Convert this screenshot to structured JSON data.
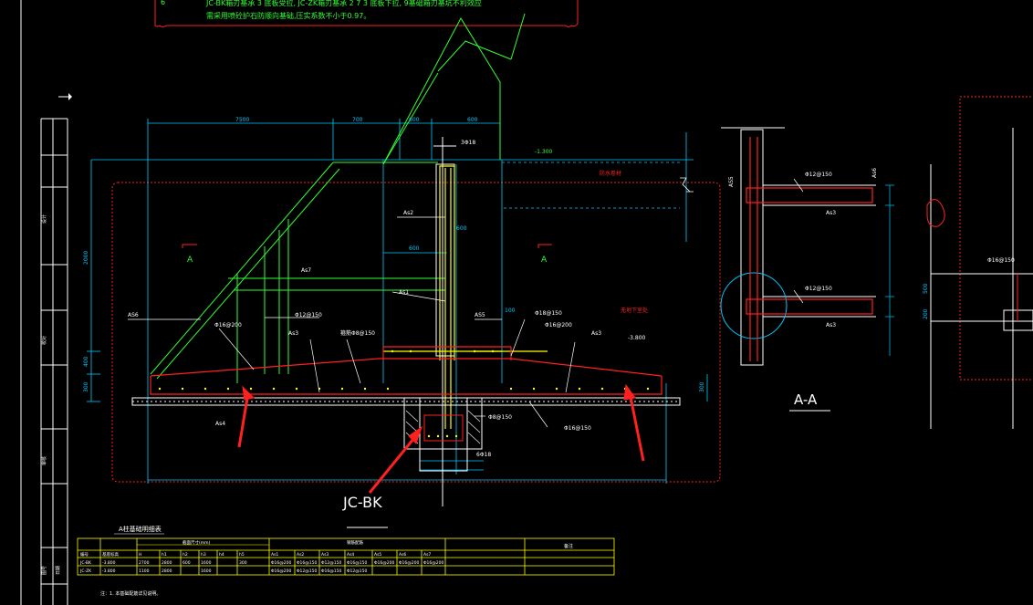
{
  "colors": {
    "background": "#000000",
    "cloud_red": "#ff2020",
    "dimension_cyan": "#00c8ff",
    "rebar_red": "#ff2020",
    "rebar_yellow": "#ffff00",
    "rebar_green": "#30ff30",
    "label_white": "#ffffff",
    "table_yellow": "#ffff00"
  },
  "icons": {
    "cursor": "cursor-arrow-icon"
  },
  "note_box": {
    "line1_num": "6",
    "line1": "JC-BK箱刃基承 3 底板受拉, JC-ZK箱刃基承 2 7 3 底板下拉, 9基础箱刃基坑不利效应",
    "line2": "需采用喷砼护石防顺向基础,压实系数不小于0.97。"
  },
  "dimensions_top": {
    "d1": "7500",
    "d2": "700",
    "d3": "600",
    "d4": "600"
  },
  "labels": {
    "elev_top": "-1.300",
    "elev_bottom": "-3.800",
    "rebar_3d18": "3Φ18",
    "as2": "As2",
    "as7": "As7",
    "as1": "As1",
    "as6": "AS6",
    "as5": "AS5",
    "as3_left": "As3",
    "as3_right": "As3",
    "as4": "As4",
    "phi12_150": "Φ12@150",
    "phi16_200_left": "Φ16@200",
    "phi16_200_right": "Φ16@200",
    "phi18_150": "Φ18@150",
    "phi8_150": "Φ8@150",
    "phi16_150": "Φ16@150",
    "stirrup": "箍筋Φ8@150",
    "d100": "100",
    "d600_a": "600",
    "d600_b": "600",
    "d300_l": "300",
    "d300_r": "300",
    "d400": "400",
    "d2000": "2000",
    "six_phi18": "6Φ18",
    "section_a_left": "A",
    "section_a_right": "A",
    "red_note": "防水卷材",
    "red_note_right": "无地下室处",
    "title_main": "JC-BK",
    "title_section": "A-A",
    "sec_phi12_a": "Φ12@150",
    "sec_phi12_b": "Φ12@150",
    "sec_as3_a": "As3",
    "sec_as3_b": "As3",
    "sec_as5": "AS5",
    "sec_as6": "As6",
    "right_phi16": "Φ16@150",
    "right_d500": "500",
    "right_d200": "200"
  },
  "table": {
    "title": "A柱基础明细表",
    "header_group1": "截面尺寸(mm)",
    "header_group2": "钢筋配筋",
    "header_remark": "备注",
    "columns": [
      "编号",
      "基底标高",
      "H",
      "h1",
      "h2",
      "h3",
      "h4",
      "h5",
      "As1",
      "As2",
      "As3",
      "As4",
      "As5",
      "As6",
      "As7"
    ],
    "rows": [
      [
        "JC-BK",
        "-3.800",
        "2700",
        "2800",
        "600",
        "1600",
        "",
        "300",
        "Φ16@200",
        "Φ16@150",
        "Φ12@150",
        "Φ16@150",
        "Φ16@200",
        "Φ16@200",
        "Φ16@200"
      ],
      [
        "JC-ZK",
        "-3.800",
        "1100",
        "2800",
        "",
        "1600",
        "",
        "",
        "Φ16@200",
        "Φ12@150",
        "Φ16@150",
        "Φ12@150",
        "",
        "",
        ""
      ]
    ],
    "note": "注：1. 本基础配筋详见说明。"
  },
  "title_block": {
    "cell1": "设计",
    "cell2": "校对",
    "cell3": "审核",
    "cell4": "图号",
    "cell5": "日期"
  }
}
